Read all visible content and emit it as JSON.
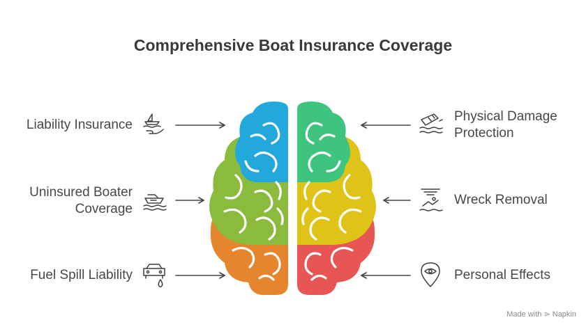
{
  "title": "Comprehensive Boat Insurance Coverage",
  "items": [
    {
      "label": "Liability Insurance",
      "icon": "boat-hand-icon",
      "side": "left"
    },
    {
      "label": "Uninsured Boater Coverage",
      "line1": "Uninsured Boater",
      "line2": "Coverage",
      "icon": "boat-waves-icon",
      "side": "left"
    },
    {
      "label": "Fuel Spill Liability",
      "icon": "car-fuel-drop-icon",
      "side": "left"
    },
    {
      "label": "Physical Damage Protection",
      "line1": "Physical Damage",
      "line2": "Protection",
      "icon": "damaged-boat-icon",
      "side": "right"
    },
    {
      "label": "Wreck Removal",
      "icon": "wreck-swimmer-icon",
      "side": "right"
    },
    {
      "label": "Personal Effects",
      "icon": "location-pin-eye-icon",
      "side": "right"
    }
  ],
  "brain_colors": {
    "left_top": "#22a8db",
    "left_mid": "#8bbb3c",
    "left_bottom": "#e5862e",
    "right_top": "#3ec47e",
    "right_mid": "#e0c319",
    "right_bottom": "#e85555"
  },
  "credit": {
    "prefix": "Made with",
    "brand": "Napkin"
  }
}
